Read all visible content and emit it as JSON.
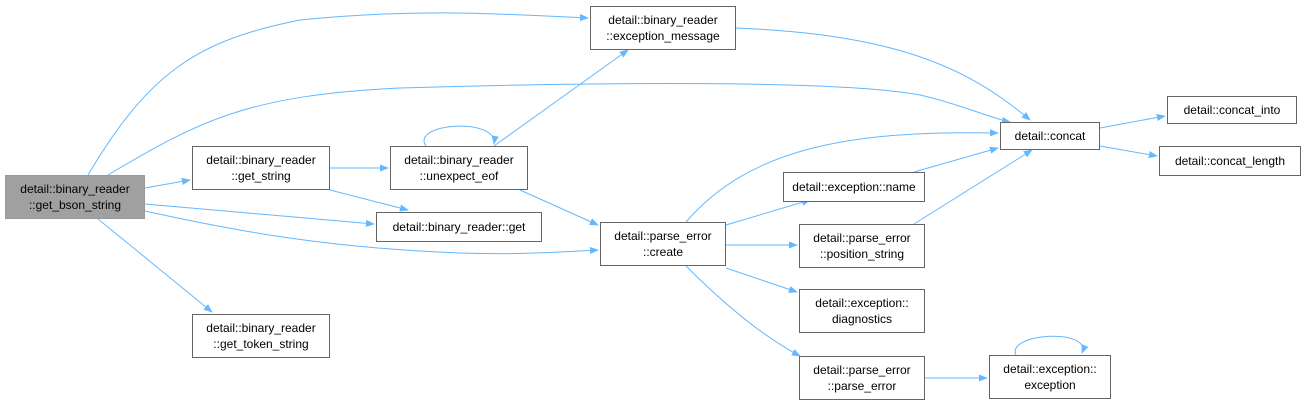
{
  "edge_color": "#63b8ff",
  "nodes": {
    "get_bson_string": {
      "lines": [
        "detail::binary_reader",
        "::get_bson_string"
      ],
      "fill": "#a0a0a0"
    },
    "exception_message": {
      "lines": [
        "detail::binary_reader",
        "::exception_message"
      ]
    },
    "get_string": {
      "lines": [
        "detail::binary_reader",
        "::get_string"
      ]
    },
    "unexpect_eof": {
      "lines": [
        "detail::binary_reader",
        "::unexpect_eof"
      ]
    },
    "get": {
      "lines": [
        "detail::binary_reader::get"
      ]
    },
    "get_token_string": {
      "lines": [
        "detail::binary_reader",
        "::get_token_string"
      ]
    },
    "parse_error_create": {
      "lines": [
        "detail::parse_error",
        "::create"
      ]
    },
    "exception_name": {
      "lines": [
        "detail::exception::name"
      ]
    },
    "position_string": {
      "lines": [
        "detail::parse_error",
        "::position_string"
      ]
    },
    "diagnostics": {
      "lines": [
        "detail::exception::",
        "diagnostics"
      ]
    },
    "parse_error_ctor": {
      "lines": [
        "detail::parse_error",
        "::parse_error"
      ]
    },
    "concat": {
      "lines": [
        "detail::concat"
      ]
    },
    "concat_into": {
      "lines": [
        "detail::concat_into"
      ]
    },
    "concat_length": {
      "lines": [
        "detail::concat_length"
      ]
    },
    "exception_ctor": {
      "lines": [
        "detail::exception::",
        "exception"
      ]
    }
  },
  "edges": [
    [
      "get_bson_string",
      "exception_message"
    ],
    [
      "get_bson_string",
      "concat"
    ],
    [
      "get_bson_string",
      "get_string"
    ],
    [
      "get_bson_string",
      "get"
    ],
    [
      "get_bson_string",
      "parse_error_create"
    ],
    [
      "get_bson_string",
      "get_token_string"
    ],
    [
      "get_string",
      "unexpect_eof"
    ],
    [
      "get_string",
      "get"
    ],
    [
      "unexpect_eof",
      "unexpect_eof"
    ],
    [
      "unexpect_eof",
      "exception_message"
    ],
    [
      "unexpect_eof",
      "parse_error_create"
    ],
    [
      "exception_message",
      "concat"
    ],
    [
      "parse_error_create",
      "concat"
    ],
    [
      "parse_error_create",
      "exception_name"
    ],
    [
      "parse_error_create",
      "position_string"
    ],
    [
      "parse_error_create",
      "diagnostics"
    ],
    [
      "parse_error_create",
      "parse_error_ctor"
    ],
    [
      "exception_name",
      "concat"
    ],
    [
      "position_string",
      "concat"
    ],
    [
      "concat",
      "concat_into"
    ],
    [
      "concat",
      "concat_length"
    ],
    [
      "parse_error_ctor",
      "exception_ctor"
    ],
    [
      "exception_ctor",
      "exception_ctor"
    ]
  ]
}
